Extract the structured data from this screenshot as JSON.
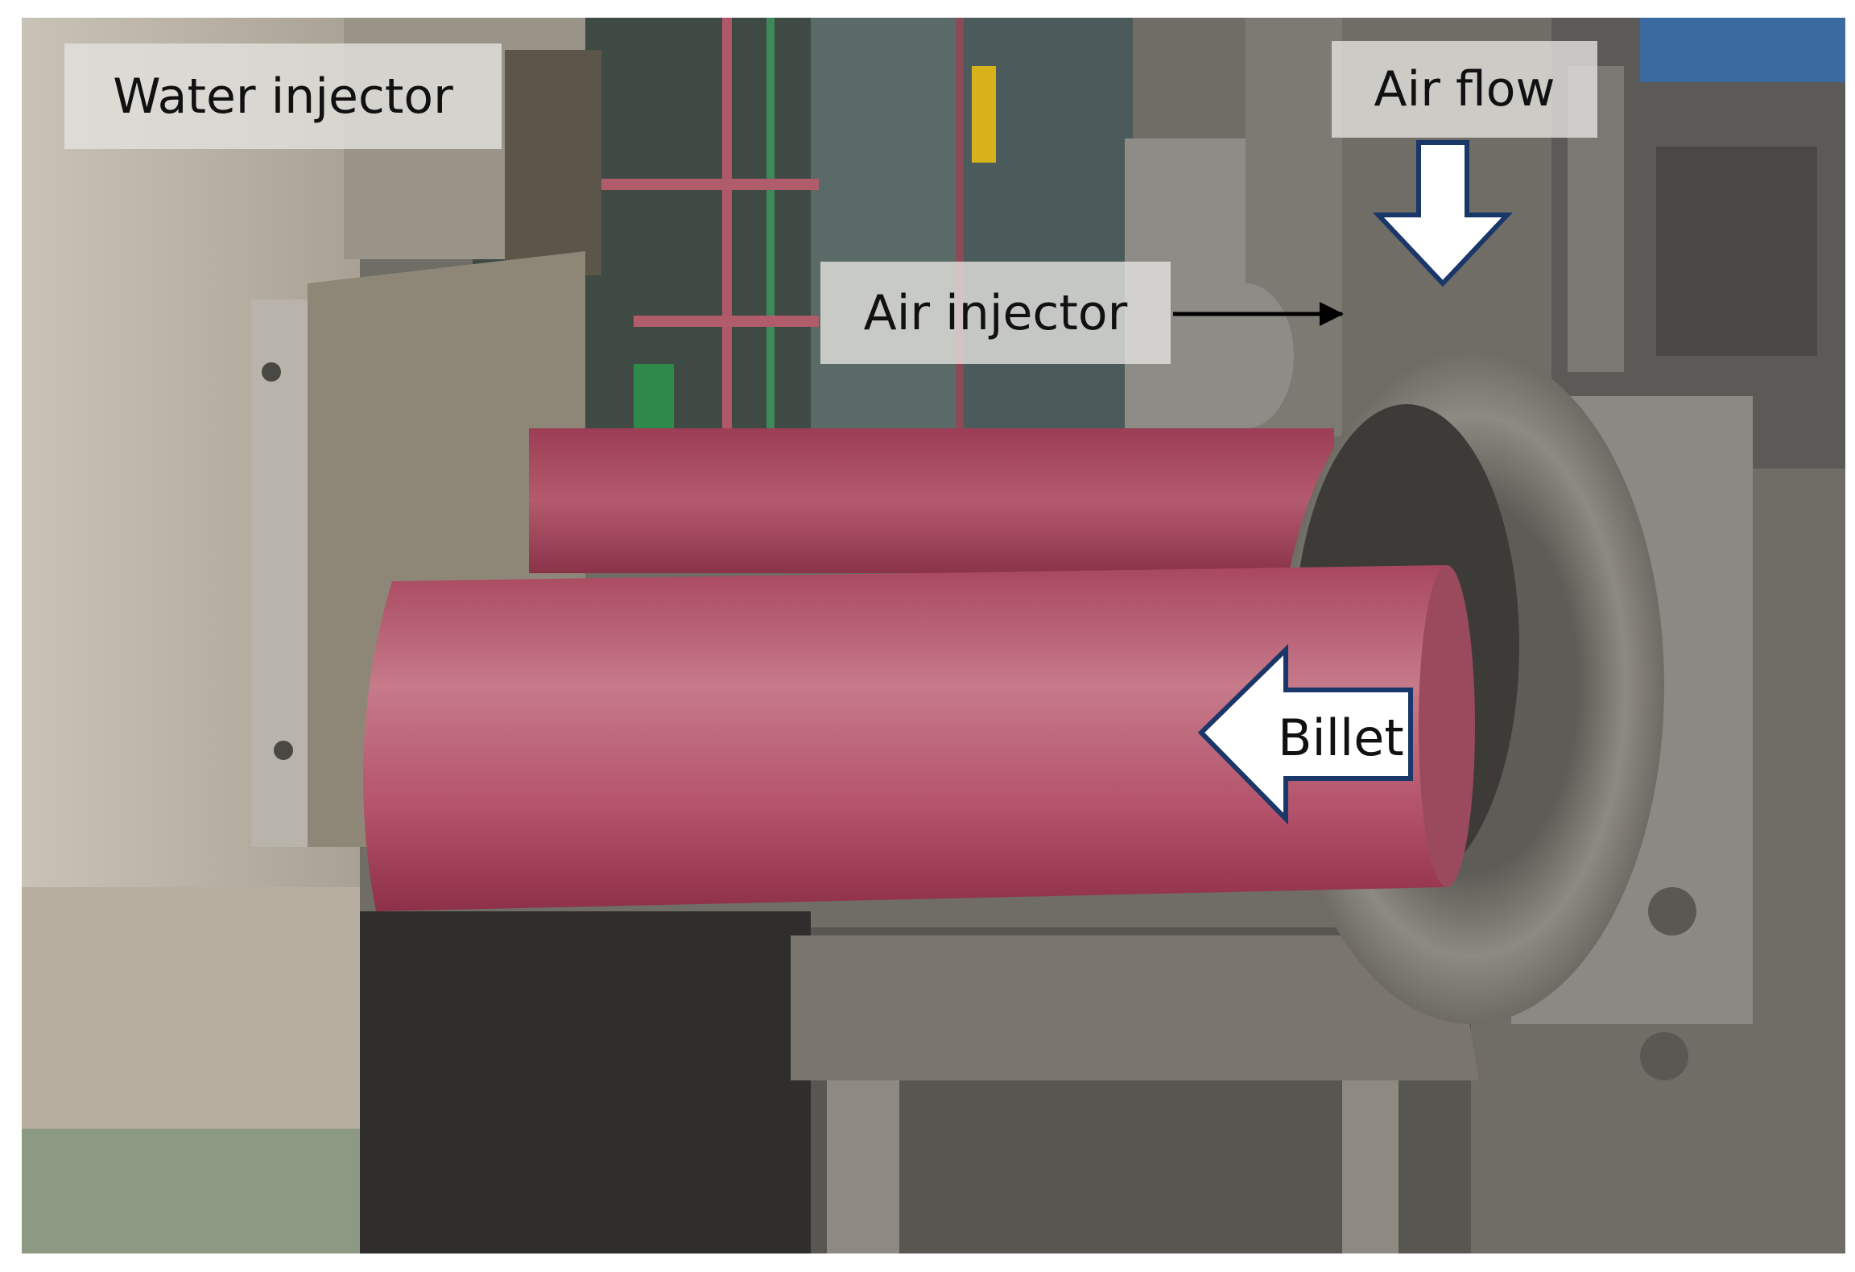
{
  "labels": {
    "water_injector": "Water injector",
    "air_flow": "Air flow",
    "air_injector": "Air injector",
    "billet": "Billet"
  },
  "colors": {
    "billet": "#b4536a",
    "arrow_outline": "#1a3769",
    "label_box": "#e4e2de",
    "annotation_arrow": "#000000"
  },
  "icons": {
    "air_flow_arrow": "down-arrow-icon",
    "billet_arrow": "left-arrow-icon",
    "air_injector_pointer": "right-arrow-icon"
  }
}
